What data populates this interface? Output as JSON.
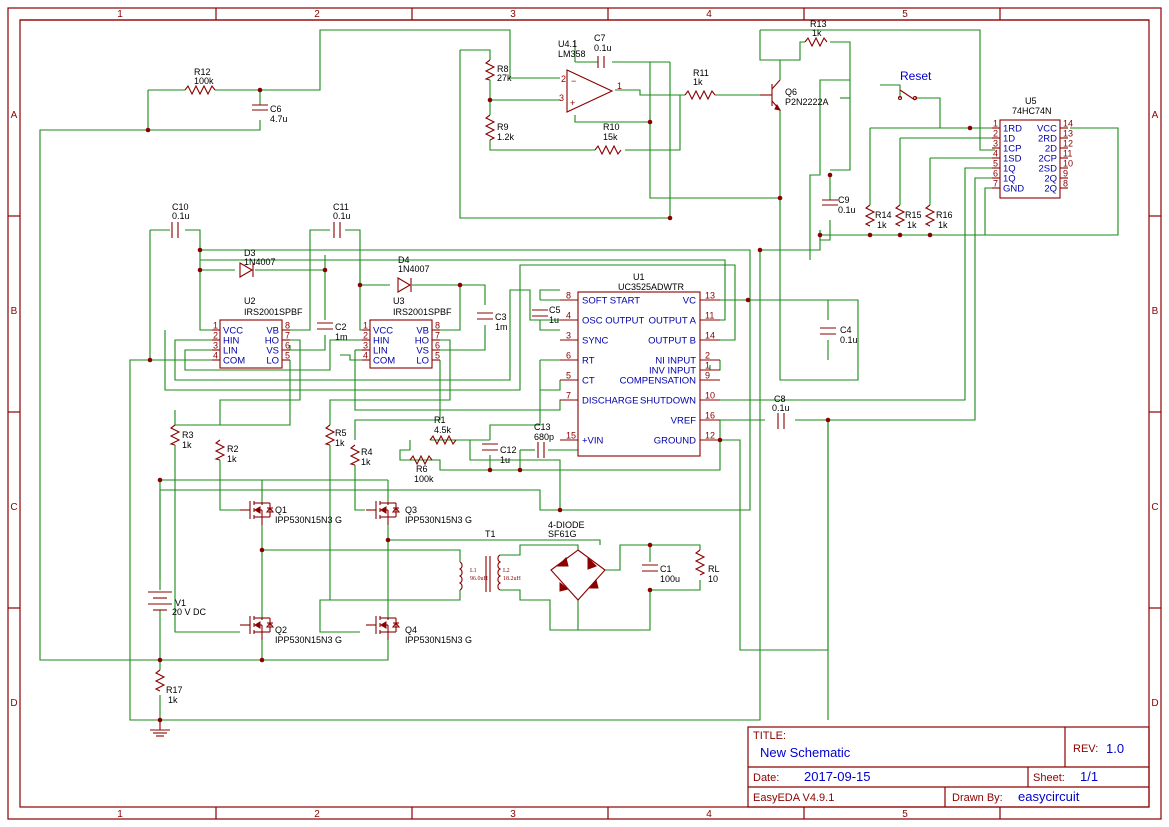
{
  "zones": {
    "columns": [
      "1",
      "2",
      "3",
      "4",
      "5"
    ],
    "rows": [
      "A",
      "B",
      "C",
      "D"
    ]
  },
  "components": {
    "r12": {
      "ref": "R12",
      "val": "100k"
    },
    "c6": {
      "ref": "C6",
      "val": "4.7u"
    },
    "r8": {
      "ref": "R8",
      "val": "27k"
    },
    "r9": {
      "ref": "R9",
      "val": "1.2k"
    },
    "u4": {
      "ref": "U4.1",
      "val": "LM358"
    },
    "c7": {
      "ref": "C7",
      "val": "0.1u"
    },
    "r11": {
      "ref": "R11",
      "val": "1k"
    },
    "r10": {
      "ref": "R10",
      "val": "15k"
    },
    "r13": {
      "ref": "R13",
      "val": "1k"
    },
    "q6": {
      "ref": "Q6",
      "val": "P2N2222A"
    },
    "reset": {
      "label": "Reset"
    },
    "u5": {
      "ref": "U5",
      "val": "74HC74N",
      "left_pins": [
        [
          "1",
          "1RD"
        ],
        [
          "2",
          "1D"
        ],
        [
          "3",
          "1CP"
        ],
        [
          "4",
          "1SD"
        ],
        [
          "5",
          "1Q"
        ],
        [
          "6",
          "1Q"
        ],
        [
          "7",
          "GND"
        ]
      ],
      "right_pins": [
        [
          "14",
          "VCC"
        ],
        [
          "13",
          "2RD"
        ],
        [
          "12",
          "2D"
        ],
        [
          "11",
          "2CP"
        ],
        [
          "10",
          "2SD"
        ],
        [
          "9",
          "2Q"
        ],
        [
          "8",
          "2Q"
        ]
      ]
    },
    "c9": {
      "ref": "C9",
      "val": "0.1u"
    },
    "r14": {
      "ref": "R14",
      "val": "1k"
    },
    "r15": {
      "ref": "R15",
      "val": "1k"
    },
    "r16": {
      "ref": "R16",
      "val": "1k"
    },
    "c10": {
      "ref": "C10",
      "val": "0.1u"
    },
    "c11": {
      "ref": "C11",
      "val": "0.1u"
    },
    "d3": {
      "ref": "D3",
      "val": "1N4007"
    },
    "d4": {
      "ref": "D4",
      "val": "1N4007"
    },
    "u2": {
      "ref": "U2",
      "val": "IRS2001SPBF"
    },
    "u3": {
      "ref": "U3",
      "val": "IRS2001SPBF"
    },
    "irs_left": [
      [
        "1",
        "VCC"
      ],
      [
        "2",
        "HIN"
      ],
      [
        "3",
        "LIN"
      ],
      [
        "4",
        "COM"
      ]
    ],
    "irs_right": [
      [
        "8",
        "VB"
      ],
      [
        "7",
        "HO"
      ],
      [
        "6",
        "VS"
      ],
      [
        "5",
        "LO"
      ]
    ],
    "c2": {
      "ref": "C2",
      "val": "1m"
    },
    "c3": {
      "ref": "C3",
      "val": "1m"
    },
    "c5": {
      "ref": "C5",
      "val": "1u"
    },
    "c4": {
      "ref": "C4",
      "val": "0.1u"
    },
    "c8": {
      "ref": "C8",
      "val": "0.1u"
    },
    "u1": {
      "ref": "U1",
      "val": "UC3525ADWTR",
      "left_pins": [
        [
          "8",
          "SOFT START"
        ],
        [
          "4",
          "OSC OUTPUT"
        ],
        [
          "3",
          "SYNC"
        ],
        [
          "6",
          "RT"
        ],
        [
          "5",
          "CT"
        ],
        [
          "7",
          "DISCHARGE"
        ],
        [
          "15",
          "+VIN"
        ]
      ],
      "right_pins": [
        [
          "13",
          "VC"
        ],
        [
          "11",
          "OUTPUT A"
        ],
        [
          "14",
          "OUTPUT B"
        ],
        [
          "2",
          "NI INPUT"
        ],
        [
          "1",
          "INV INPUT"
        ],
        [
          "9",
          "COMPENSATION"
        ],
        [
          "10",
          "SHUTDOWN"
        ],
        [
          "16",
          "VREF"
        ],
        [
          "12",
          "GROUND"
        ]
      ]
    },
    "r1": {
      "ref": "R1",
      "val": "4.5k"
    },
    "r6": {
      "ref": "R6",
      "val": "100k"
    },
    "c12": {
      "ref": "C12",
      "val": "1u"
    },
    "c13": {
      "ref": "C13",
      "val": "680p"
    },
    "r3": {
      "ref": "R3",
      "val": "1k"
    },
    "r2": {
      "ref": "R2",
      "val": "1k"
    },
    "r5": {
      "ref": "R5",
      "val": "1k"
    },
    "r4": {
      "ref": "R4",
      "val": "1k"
    },
    "q1": {
      "ref": "Q1",
      "val": "IPP530N15N3 G"
    },
    "q2": {
      "ref": "Q2",
      "val": "IPP530N15N3 G"
    },
    "q3": {
      "ref": "Q3",
      "val": "IPP530N15N3 G"
    },
    "q4": {
      "ref": "Q4",
      "val": "IPP530N15N3 G"
    },
    "t1": {
      "ref": "T1",
      "l1": "L1",
      "l1v": "96.0uH",
      "l2": "L2",
      "l2v": "18.2uH"
    },
    "br": {
      "ref": "4-DIODE",
      "val": "SF61G"
    },
    "c1": {
      "ref": "C1",
      "val": "100u"
    },
    "rl": {
      "ref": "RL",
      "val": "10"
    },
    "v1": {
      "ref": "V1",
      "val": "20 V DC"
    },
    "r17": {
      "ref": "R17",
      "val": "1k"
    }
  },
  "title_block": {
    "title_label": "TITLE:",
    "title": "New Schematic",
    "rev_label": "REV:",
    "rev": "1.0",
    "date_label": "Date:",
    "date": "2017-09-15",
    "sheet_label": "Sheet:",
    "sheet": "1/1",
    "tool": "EasyEDA V4.9.1",
    "drawn_label": "Drawn By:",
    "drawn": "easycircuit"
  }
}
